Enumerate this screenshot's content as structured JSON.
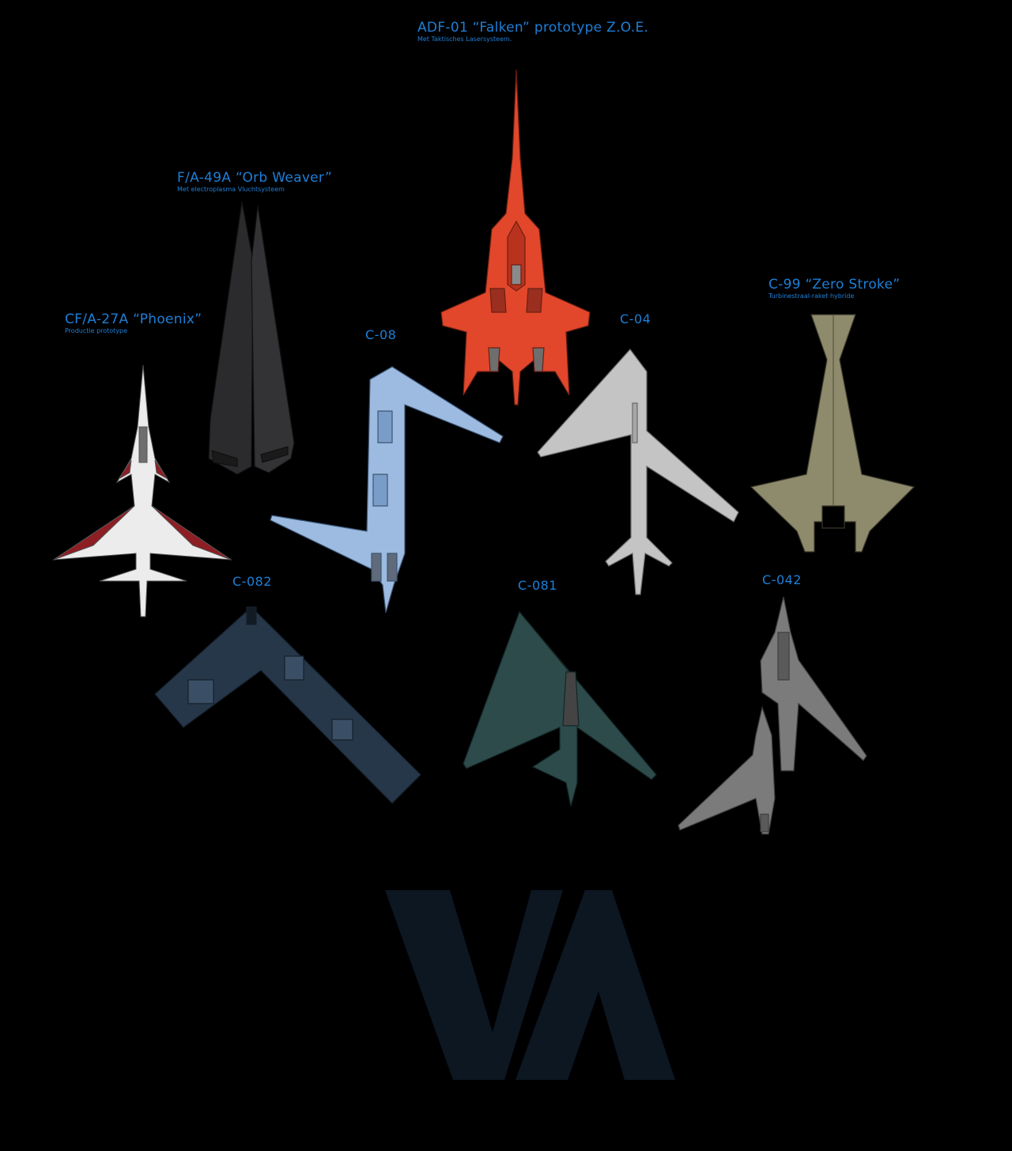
{
  "aircraft": [
    {
      "id": "adf01",
      "title": "ADF-01 “Falken” prototype Z.O.E.",
      "subtitle": "Met Taktisches Lasersysteem.",
      "color": "#e2472b"
    },
    {
      "id": "fa49a",
      "title": "F/A-49A “Orb Weaver”",
      "subtitle": "Met electroplasma Vluchtsysteem",
      "color": "#2b2b2d"
    },
    {
      "id": "cfa27a",
      "title": "CF/A-27A “Phoenix”",
      "subtitle": "Productie prototype",
      "color": "#ececec"
    },
    {
      "id": "c99",
      "title": "C-99 “Zero Stroke”",
      "subtitle": "Turbinestraal-raket hybride",
      "color": "#8e8a6c"
    },
    {
      "id": "c08",
      "title": "C-08",
      "color": "#9dbbe0"
    },
    {
      "id": "c04",
      "title": "C-04",
      "color": "#c4c4c4"
    },
    {
      "id": "c082",
      "title": "C-082",
      "color": "#27374a"
    },
    {
      "id": "c081",
      "title": "C-081",
      "color": "#2d4b4b"
    },
    {
      "id": "c042",
      "title": "C-042",
      "color": "#7b7b7b"
    }
  ],
  "watermark": {
    "icon": "va-monogram-logo",
    "text": "VA",
    "color": "#0d1a26"
  },
  "colors": {
    "label": "#1e7fd8",
    "background": "#000000"
  }
}
